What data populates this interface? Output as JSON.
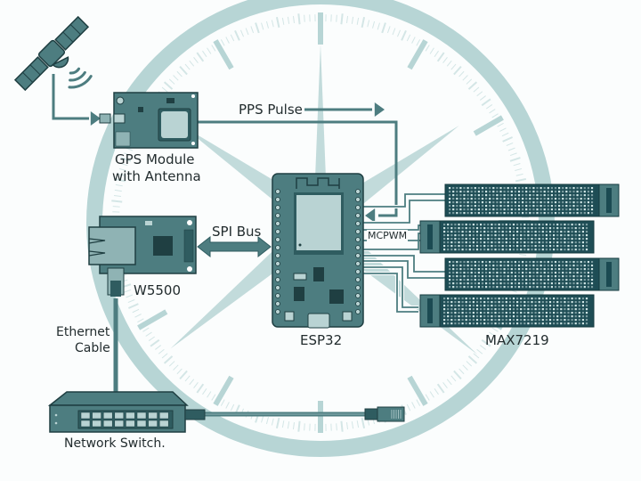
{
  "colors": {
    "board": "#4d7d80",
    "board_dark": "#2f5c60",
    "board_light": "#8fb3b4",
    "chip": "#b9d3d3",
    "line": "#4d7d80",
    "clock": "#b7d5d5",
    "clock_light": "#d4e6e6",
    "text": "#222c2e",
    "matrix_bg": "#1e4d55",
    "matrix_dot": "#d8ecec"
  },
  "labels": {
    "gps": "GPS Module",
    "gps_sub": "with Antenna",
    "pps": "PPS Pulse",
    "spi": "SPI Bus",
    "w5500": "W5500",
    "esp32": "ESP32",
    "mcpwm": "MCPWM",
    "max7219": "MAX7219",
    "ethernet": "Ethernet",
    "ethernet_sub": "Cable",
    "switch": "Network Switch."
  },
  "icons": {
    "satellite": "satellite-icon",
    "signal": "signal-waves-icon",
    "gps_module": "gps-module-icon",
    "esp32": "esp32-board-icon",
    "w5500": "w5500-module-icon",
    "switch": "network-switch-icon",
    "rj45": "rj45-connector-icon",
    "matrix": "led-matrix-icon"
  },
  "matrix_count": 4,
  "switch_ports": 16
}
